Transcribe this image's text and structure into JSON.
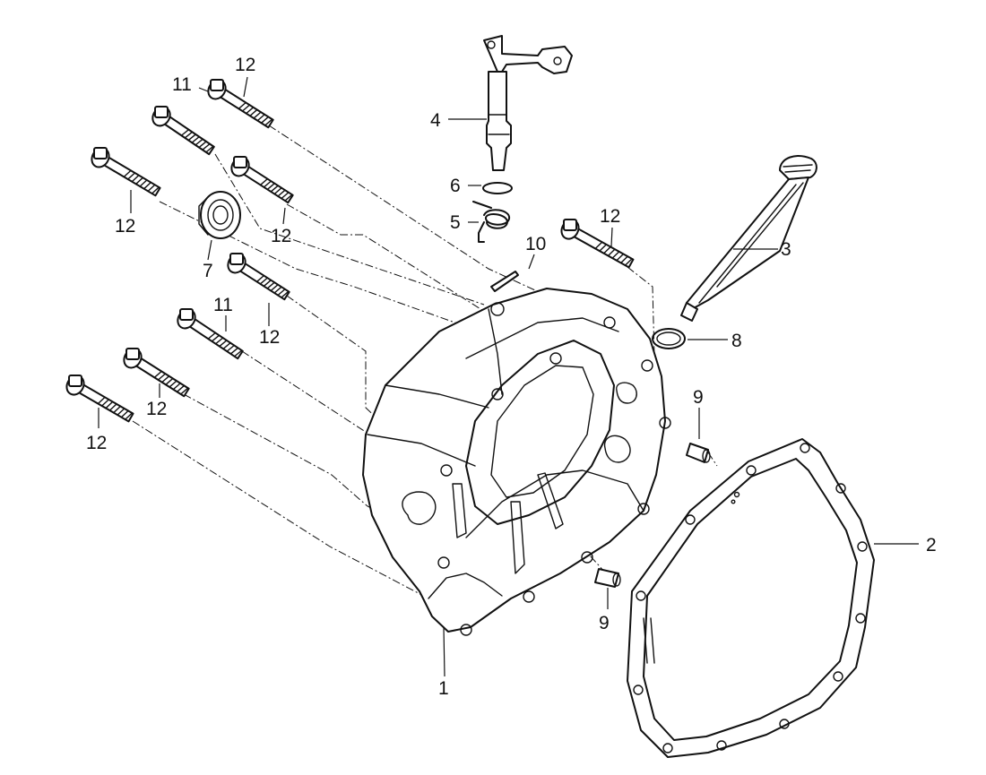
{
  "diagram": {
    "callouts": [
      {
        "id": "c1",
        "text": "1"
      },
      {
        "id": "c2",
        "text": "2"
      },
      {
        "id": "c3",
        "text": "3"
      },
      {
        "id": "c4",
        "text": "4"
      },
      {
        "id": "c5",
        "text": "5"
      },
      {
        "id": "c6",
        "text": "6"
      },
      {
        "id": "c7",
        "text": "7"
      },
      {
        "id": "c8",
        "text": "8"
      },
      {
        "id": "c9a",
        "text": "9"
      },
      {
        "id": "c9b",
        "text": "9"
      },
      {
        "id": "c10",
        "text": "10"
      },
      {
        "id": "c11a",
        "text": "11"
      },
      {
        "id": "c11b",
        "text": "11"
      },
      {
        "id": "c12a",
        "text": "12"
      },
      {
        "id": "c12b",
        "text": "12"
      },
      {
        "id": "c12c",
        "text": "12"
      },
      {
        "id": "c12d",
        "text": "12"
      },
      {
        "id": "c12e",
        "text": "12"
      },
      {
        "id": "c12f",
        "text": "12"
      },
      {
        "id": "c12g",
        "text": "12"
      }
    ]
  }
}
